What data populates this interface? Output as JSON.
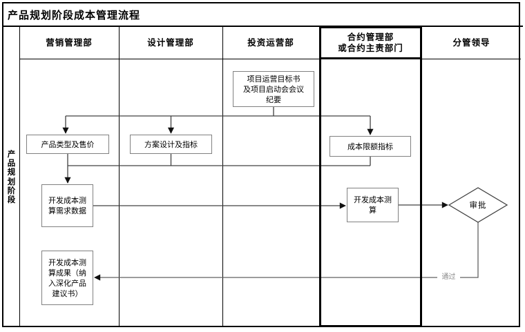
{
  "title": "产品规划阶段成本管理流程",
  "stage_label": "产\n品\n规\n划\n阶\n段",
  "lanes": [
    {
      "label": "营销管理部",
      "emphasized": false
    },
    {
      "label": "设计管理部",
      "emphasized": false
    },
    {
      "label": "投资运营部",
      "emphasized": false
    },
    {
      "label": "合约管理部\n或合约主责部门",
      "emphasized": true
    },
    {
      "label": "分管领导",
      "emphasized": false
    }
  ],
  "nodes": {
    "project_target": "项目运营目标书\n及项目启动会会议\n纪要",
    "product_type": "产品类型及售价",
    "scheme_design": "方案设计及指标",
    "cost_limit": "成本限额指标",
    "cost_demand": "开发成本测\n算需求数据",
    "cost_calc": "开发成本测\n算",
    "approval": "审批",
    "cost_result": "开发成本测\n算成果（纳\n入深化产品\n建议书）"
  },
  "edges": {
    "pass_label": "通过",
    "flow": [
      "project_target -> product_type",
      "project_target -> scheme_design",
      "project_target -> cost_limit",
      "product_type -> cost_demand",
      "scheme_design -> cost_demand",
      "cost_limit -> cost_demand",
      "cost_demand -> cost_calc",
      "cost_calc -> approval",
      "approval -(通过)-> cost_result"
    ]
  },
  "colors": {
    "table_border": "#000000",
    "node_border": "#808080",
    "connector": "#404040",
    "pass_label_text": "#888888",
    "background": "#ffffff"
  }
}
